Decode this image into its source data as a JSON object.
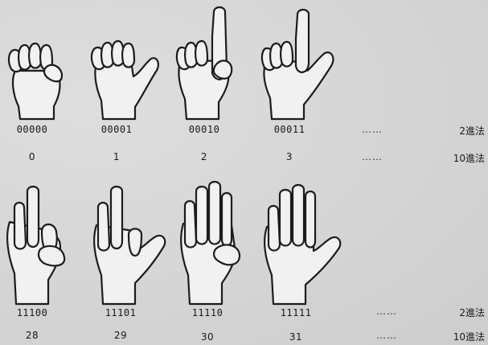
{
  "row1": {
    "items": [
      {
        "binary": "00000",
        "decimal": "0"
      },
      {
        "binary": "00001",
        "decimal": "1"
      },
      {
        "binary": "00010",
        "decimal": "2"
      },
      {
        "binary": "00011",
        "decimal": "3"
      }
    ],
    "ellipsis": "……",
    "label_binary": "2進法",
    "label_decimal": "10進法"
  },
  "row2": {
    "items": [
      {
        "binary": "11100",
        "decimal": "28"
      },
      {
        "binary": "11101",
        "decimal": "29"
      },
      {
        "binary": "11110",
        "decimal": "30"
      },
      {
        "binary": "11111",
        "decimal": "31"
      }
    ],
    "ellipsis": "……",
    "label_binary": "2進法",
    "label_decimal": "10進法"
  }
}
